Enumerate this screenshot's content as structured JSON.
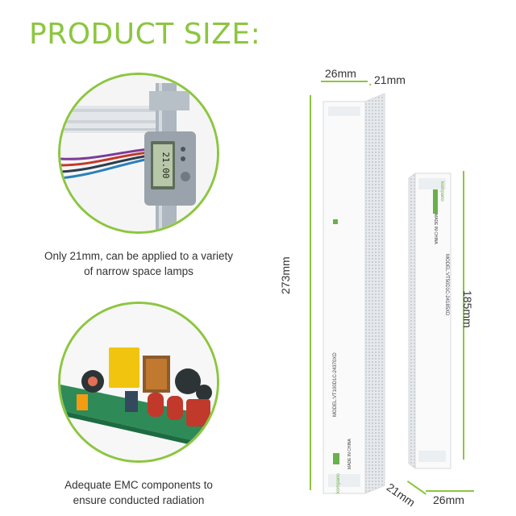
{
  "header": {
    "title": "PRODUCT SIZE:"
  },
  "features": [
    {
      "caption_line1": "Only 21mm, can be applied to a variety",
      "caption_line2": "of narrow space lamps",
      "image": "digital-caliper-measuring-driver"
    },
    {
      "caption_line1": "Adequate EMC components to",
      "caption_line2": "ensure conducted radiation",
      "image": "circuit-board-components"
    }
  ],
  "caliper": {
    "reading": "21.00"
  },
  "large_driver": {
    "width_label": "26mm",
    "depth_label": "21mm",
    "length_label": "273mm",
    "model_text": "MODEL:VT100D1C-24370XD",
    "origin_text": "MADE IN CHINA",
    "brand": "kompano"
  },
  "small_driver": {
    "width_label": "26mm",
    "depth_label": "21mm",
    "length_label": "185mm",
    "model_text": "MODEL:VT50D1C-24185XD",
    "origin_text": "MADE IN CHINA",
    "brand": "kompano"
  },
  "colors": {
    "accent": "#8cc63f",
    "text": "#333333"
  }
}
